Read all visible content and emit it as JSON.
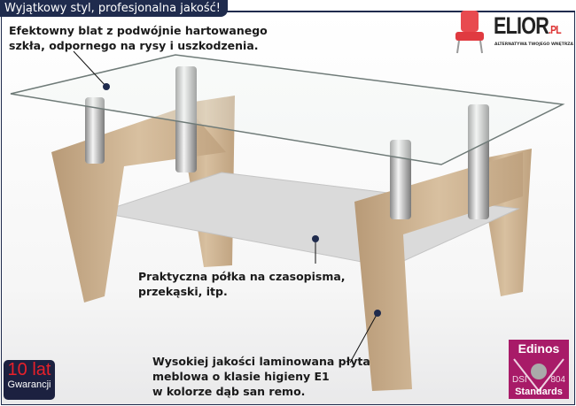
{
  "header": {
    "title": "Wyjątkowy styl, profesjonalna jakość!"
  },
  "logo": {
    "name": "ELIOR",
    "tld": ".PL",
    "tagline": "ALTERNATYWA TWOJEGO WNĘTRZA"
  },
  "notes": {
    "glass": [
      "Efektowny blat z podwójnie hartowanego",
      "szkła, odpornego na rysy i uszkodzenia."
    ],
    "shelf": [
      "Praktyczna półka na czasopisma,",
      "przekąski, itp."
    ],
    "laminate": [
      "Wysokiej jakości laminowana płyta",
      "meblowa o klasie higieny E1",
      "w kolorze dąb san remo."
    ]
  },
  "warranty": {
    "years": "10 lat",
    "label": "Gwarancji"
  },
  "certificate": {
    "brand": "Edinos",
    "left": "DSI",
    "right": "804",
    "label": "Standards"
  },
  "colors": {
    "navy": "#1f2b4d",
    "wood": "#c9ad8a",
    "cert": "#a81b68",
    "warranty_red": "#e8202a"
  }
}
